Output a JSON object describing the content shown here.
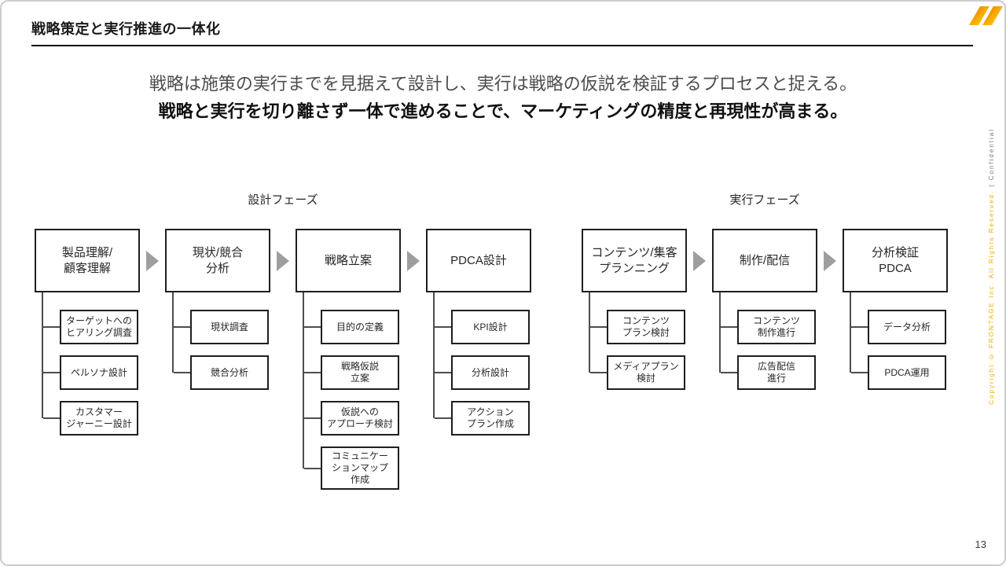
{
  "slide": {
    "title": "戦略策定と実行推進の一体化",
    "lead_line1": "戦略は施策の実行までを見据えて設計し、実行は戦略の仮説を検証するプロセスと捉える。",
    "lead_line2": "戦略と実行を切り離さず一体で進めることで、マーケティングの精度と再現性が高まる。",
    "copyright": "Copyright © FRONTAGE Inc. All Rights Reserved.",
    "confidential": " | Confidential",
    "page_number": "13"
  },
  "colors": {
    "accent_orange": "#F2A900",
    "box_border": "#1f1f1f",
    "arrow_gray": "#9e9e9e",
    "connector_gray": "#4d4d4d",
    "copyright_orange": "#EFAE00",
    "confidential_gray": "#777777"
  },
  "diagram": {
    "phases": [
      {
        "label": "設計フェーズ",
        "columns": [
          {
            "main": "製品理解/\n顧客理解",
            "subs": [
              "ターゲットへの\nヒアリング調査",
              "ペルソナ設計",
              "カスタマー\nジャーニー設計"
            ]
          },
          {
            "main": "現状/競合\n分析",
            "subs": [
              "現状調査",
              "競合分析"
            ]
          },
          {
            "main": "戦略立案",
            "subs": [
              "目的の定義",
              "戦略仮説\n立案",
              "仮説への\nアプローチ検討",
              "コミュニケー\nションマップ\n作成"
            ]
          },
          {
            "main": "PDCA設計",
            "subs": [
              "KPI設計",
              "分析設計",
              "アクション\nプラン作成"
            ]
          }
        ]
      },
      {
        "label": "実行フェーズ",
        "columns": [
          {
            "main": "コンテンツ/集客\nプランニング",
            "subs": [
              "コンテンツ\nプラン検討",
              "メディアプラン\n検討"
            ]
          },
          {
            "main": "制作/配信",
            "subs": [
              "コンテンツ\n制作進行",
              "広告配信\n進行"
            ]
          },
          {
            "main": "分析検証\nPDCA",
            "subs": [
              "データ分析",
              "PDCA運用"
            ]
          }
        ]
      }
    ]
  }
}
